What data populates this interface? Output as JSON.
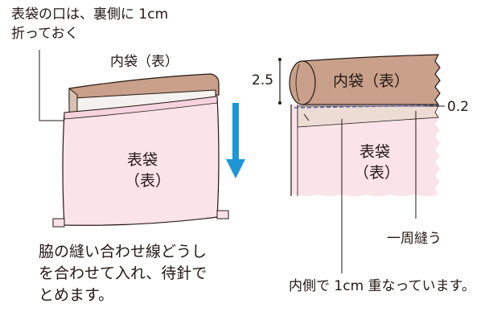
{
  "instruction_top": [
    "表袋の口は、裏側に 1cm",
    "折っておく"
  ],
  "left": {
    "inner_bag_label": "内袋（表）",
    "outer_bag_label": [
      "表袋",
      "（表）"
    ],
    "bottom_note": [
      "脇の縫い合わせ線どうし",
      "を合わせて入れ、待針で",
      "とめます。"
    ],
    "arrow_color": "#1e96d6"
  },
  "right": {
    "dimension_label": "2.5",
    "inner_bag_label": "内袋（表）",
    "stitch_offset_label": "0.2",
    "outer_bag_label": [
      "表袋",
      "（表）"
    ],
    "stitch_label": "一周縫う",
    "overlap_note": "内側で 1cm 重なっています。"
  },
  "colors": {
    "inner_fabric": "#c9a08a",
    "outer_fabric": "#fbe3ea",
    "lining_fold": "#ecdcd4",
    "stitch_line": "#4a5fa8"
  }
}
